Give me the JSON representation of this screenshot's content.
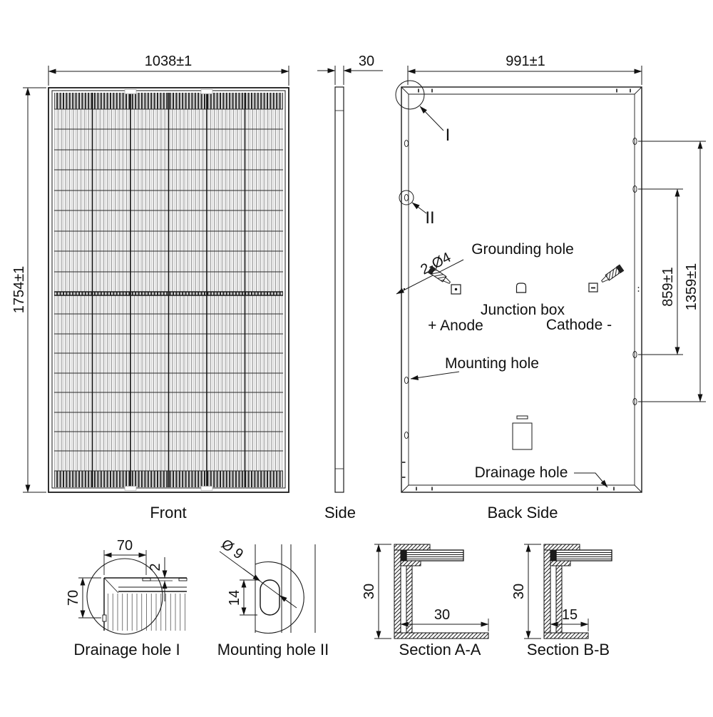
{
  "drawing": {
    "views": {
      "front": {
        "caption": "Front",
        "width_dim": "1038±1",
        "height_dim": "1754±1"
      },
      "side": {
        "caption": "Side",
        "thickness_dim": "30"
      },
      "back": {
        "caption": "Back Side",
        "width_dim": "991±1",
        "mount_span_dim": "859±1",
        "frame_span_dim": "1359±1",
        "detail_marker_1": "I",
        "detail_marker_2": "II",
        "grounding_screw_callout": "2-Ø4",
        "grounding_hole_label": "Grounding hole",
        "junction_box_label": "Junction box",
        "anode_label": "+ Anode",
        "cathode_label": "Cathode -",
        "mounting_hole_label": "Mounting hole",
        "drainage_hole_label": "Drainage hole"
      }
    },
    "details": {
      "drainage": {
        "caption": "Drainage hole I",
        "width_dim": "70",
        "height_dim": "70",
        "slot_dim": "2"
      },
      "mounting": {
        "caption": "Mounting hole II",
        "diameter_dim": "Ø 9",
        "length_dim": "14"
      },
      "section_aa": {
        "caption": "Section A-A",
        "height_dim": "30",
        "flange_dim": "30"
      },
      "section_bb": {
        "caption": "Section B-B",
        "height_dim": "30",
        "flange_dim": "15"
      }
    },
    "colors": {
      "line": "#1a1a1a",
      "background": "#ffffff"
    }
  }
}
